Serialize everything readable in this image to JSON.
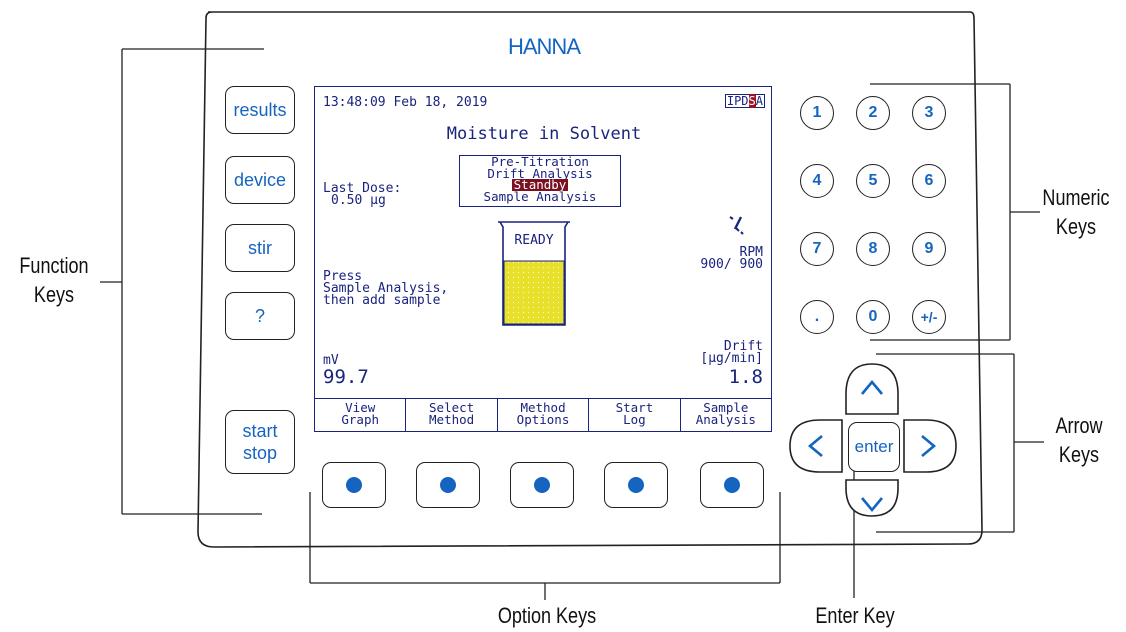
{
  "brand": "HANNA",
  "callouts": {
    "function_keys": [
      "Function",
      "Keys"
    ],
    "numeric_keys": [
      "Numeric",
      "Keys"
    ],
    "arrow_keys": [
      "Arrow",
      "Keys"
    ],
    "option_keys": "Option Keys",
    "enter_key": "Enter Key"
  },
  "function_keys": {
    "results": "results",
    "device": "device",
    "stir": "stir",
    "help": "?",
    "start_stop": [
      "start",
      "stop"
    ]
  },
  "numeric_keys": [
    "1",
    "2",
    "3",
    "4",
    "5",
    "6",
    "7",
    "8",
    "9",
    ".",
    "0",
    "+/-"
  ],
  "arrow_keys": {
    "enter": "enter"
  },
  "lcd": {
    "datetime": "13:48:09 Feb 18, 2019",
    "indicator": {
      "prefix": "IPD",
      "highlight": "S",
      "suffix": "A"
    },
    "title": "Moisture in Solvent",
    "modes": [
      "Pre-Titration",
      "Drift Analysis",
      "Standby",
      "Sample Analysis"
    ],
    "selected_mode": "Standby",
    "last_dose_label": "Last Dose:",
    "last_dose_value": "0.50 µg",
    "beaker_status": "READY",
    "stirrer_icon": "stirrer-icon",
    "rpm_label": "RPM",
    "rpm_value": "900/ 900",
    "instruction": [
      "Press",
      "Sample Analysis,",
      "then add sample"
    ],
    "mv_label": "mV",
    "mv_value": "99.7",
    "drift_label": "Drift",
    "drift_unit": "[µg/min]",
    "drift_value": "1.8",
    "softkeys": [
      "View\nGraph",
      "Select\nMethod",
      "Method\nOptions",
      "Start\nLog",
      "Sample\nAnalysis"
    ]
  },
  "colors": {
    "key_label": "#1565c0",
    "lcd_text": "#1a237e",
    "lcd_highlight": "#7a1020",
    "beaker_fill": "#e8e02a"
  }
}
